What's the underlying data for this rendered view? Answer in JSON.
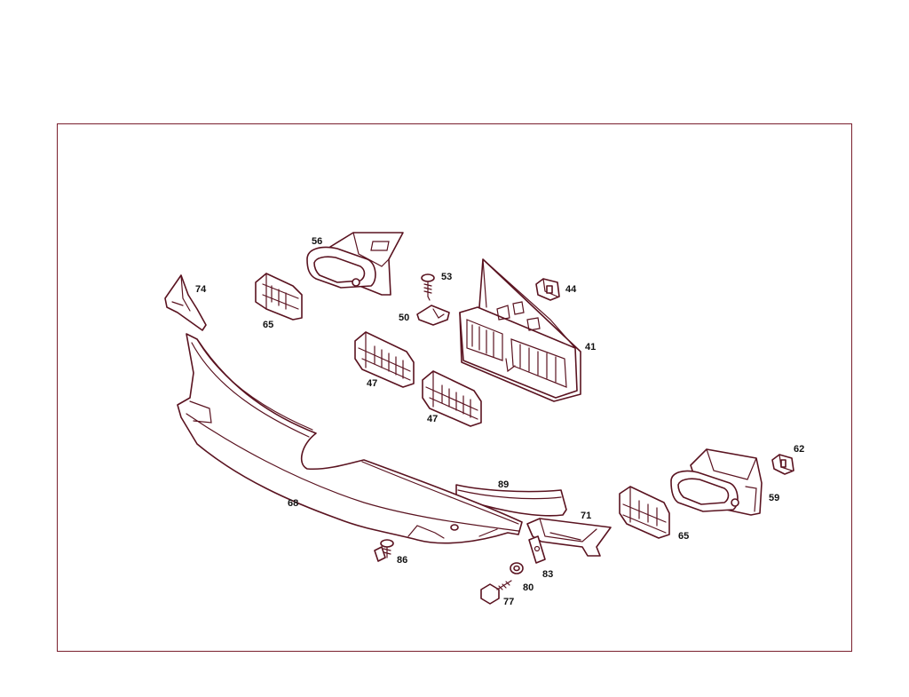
{
  "diagram": {
    "callouts": {
      "c74": "74",
      "c65a": "65",
      "c56": "56",
      "c53": "53",
      "c50": "50",
      "c44": "44",
      "c41": "41",
      "c47a": "47",
      "c47b": "47",
      "c62": "62",
      "c59": "59",
      "c65b": "65",
      "c89": "89",
      "c71": "71",
      "c68": "68",
      "c86": "86",
      "c83": "83",
      "c80": "80",
      "c77": "77"
    }
  }
}
